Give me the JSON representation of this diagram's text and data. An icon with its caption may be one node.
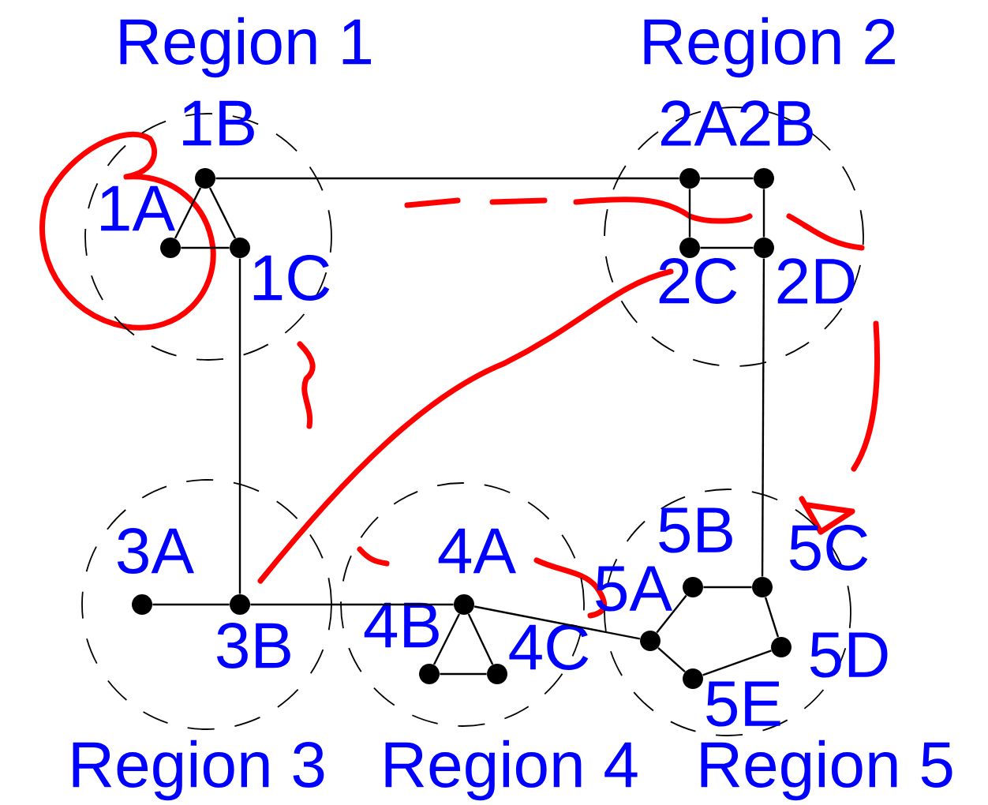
{
  "diagram": {
    "nodes": [
      {
        "text": [
          "Region 1"
        ]
      },
      {
        "text": [],
        "shape": "circle",
        "beside": [
          "1A"
        ],
        "in": 0
      },
      {
        "text": [],
        "shape": "circle",
        "beside": [
          "1B"
        ],
        "in": 0
      },
      {
        "text": [],
        "shape": "circle",
        "beside": [
          "1C"
        ],
        "in": 0
      },
      {
        "text": [
          "Region 2"
        ]
      },
      {
        "text": [],
        "shape": "circle",
        "beside": [
          "2A"
        ],
        "in": 4
      },
      {
        "text": [],
        "shape": "circle",
        "beside": [
          "2B"
        ],
        "in": 4
      },
      {
        "text": [],
        "shape": "circle",
        "beside": [
          "2C"
        ],
        "in": 4
      },
      {
        "text": [],
        "shape": "circle",
        "beside": [
          "2D"
        ],
        "in": 4
      },
      {
        "text": [
          "Region 3"
        ]
      },
      {
        "text": [],
        "shape": "circle",
        "beside": [
          "3A"
        ],
        "in": 9
      },
      {
        "text": [],
        "shape": "circle",
        "beside": [
          "3B"
        ],
        "in": 9
      },
      {
        "text": [
          "Region 4"
        ]
      },
      {
        "text": [],
        "shape": "circle",
        "beside": [
          "4A"
        ],
        "in": 12
      },
      {
        "text": [],
        "shape": "circle",
        "beside": [
          "4B"
        ],
        "in": 12
      },
      {
        "text": [],
        "shape": "circle",
        "beside": [
          "4C"
        ],
        "in": 12
      },
      {
        "text": [
          "Region 5"
        ]
      },
      {
        "text": [],
        "shape": "circle",
        "beside": [
          "5A"
        ],
        "in": 16
      },
      {
        "text": [],
        "shape": "circle",
        "beside": [
          "5B"
        ],
        "in": 16
      },
      {
        "text": [],
        "shape": "circle",
        "beside": [
          "5C"
        ],
        "in": 16
      },
      {
        "text": [],
        "shape": "circle",
        "beside": [
          "5D"
        ],
        "in": 16
      },
      {
        "text": [],
        "shape": "circle",
        "beside": [
          "5E"
        ],
        "in": 16
      }
    ],
    "edges": [
      {
        "from": 1,
        "to": 2,
        "arrow": "none"
      },
      {
        "from": 2,
        "to": 3,
        "arrow": "none"
      },
      {
        "from": 1,
        "to": 3,
        "arrow": "none"
      },
      {
        "from": 2,
        "to": 5,
        "arrow": "none"
      },
      {
        "from": 3,
        "to": 11,
        "arrow": "none"
      },
      {
        "from": 5,
        "to": 6,
        "arrow": "none"
      },
      {
        "from": 5,
        "to": 7,
        "arrow": "none"
      },
      {
        "from": 7,
        "to": 8,
        "arrow": "none"
      },
      {
        "from": 6,
        "to": 8,
        "arrow": "none"
      },
      {
        "from": 8,
        "to": 19,
        "arrow": "none"
      },
      {
        "from": 10,
        "to": 11,
        "arrow": "none"
      },
      {
        "from": 11,
        "to": 13,
        "arrow": "none"
      },
      {
        "from": 13,
        "to": 14,
        "arrow": "none"
      },
      {
        "from": 13,
        "to": 15,
        "arrow": "none"
      },
      {
        "from": 14,
        "to": 15,
        "arrow": "none"
      },
      {
        "from": 13,
        "to": 17,
        "arrow": "none"
      },
      {
        "from": 17,
        "to": 18,
        "arrow": "none"
      },
      {
        "from": 18,
        "to": 19,
        "arrow": "none"
      },
      {
        "from": 19,
        "to": 20,
        "arrow": "none"
      },
      {
        "from": 20,
        "to": 21,
        "arrow": "none"
      },
      {
        "from": 21,
        "to": 17,
        "arrow": "none"
      }
    ]
  }
}
